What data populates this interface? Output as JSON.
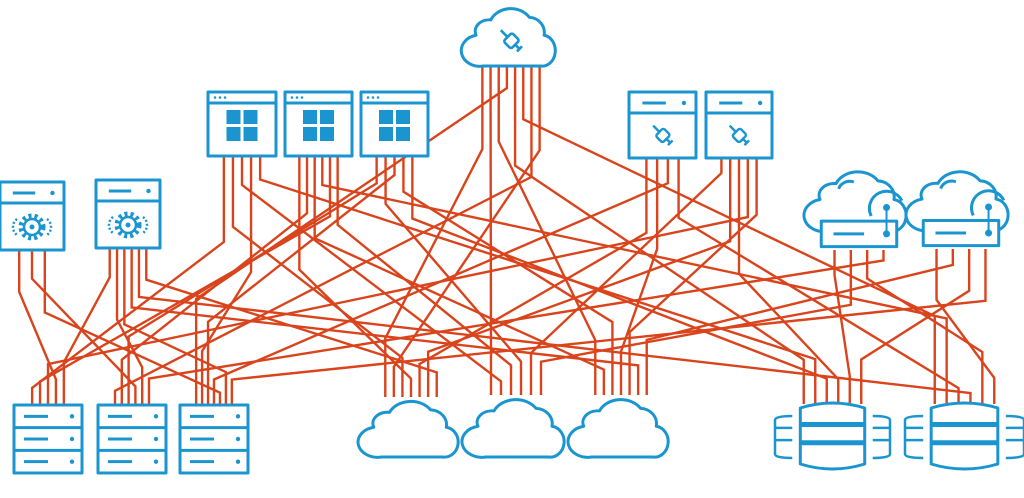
{
  "colors": {
    "node": "#1b95d0",
    "edge": "#d9441c",
    "background": "#ffffff"
  },
  "nodes": [
    {
      "id": "cloud-plug",
      "icon": "cloud-plug-icon"
    },
    {
      "id": "app-1",
      "icon": "window-grid-icon"
    },
    {
      "id": "app-2",
      "icon": "window-grid-icon"
    },
    {
      "id": "app-3",
      "icon": "window-grid-icon"
    },
    {
      "id": "plug-server-1",
      "icon": "server-plug-icon"
    },
    {
      "id": "plug-server-2",
      "icon": "server-plug-icon"
    },
    {
      "id": "gear-server-1",
      "icon": "server-gear-icon"
    },
    {
      "id": "gear-server-2",
      "icon": "server-gear-icon"
    },
    {
      "id": "cloud-server-1",
      "icon": "cloud-server-icon"
    },
    {
      "id": "cloud-server-2",
      "icon": "cloud-server-icon"
    },
    {
      "id": "rack-1",
      "icon": "server-rack-icon"
    },
    {
      "id": "rack-2",
      "icon": "server-rack-icon"
    },
    {
      "id": "rack-3",
      "icon": "server-rack-icon"
    },
    {
      "id": "cloud-1",
      "icon": "cloud-icon"
    },
    {
      "id": "cloud-2",
      "icon": "cloud-icon"
    },
    {
      "id": "cloud-3",
      "icon": "cloud-icon"
    },
    {
      "id": "database-1",
      "icon": "database-icon"
    },
    {
      "id": "database-2",
      "icon": "database-icon"
    }
  ],
  "edges": [
    [
      "cloud-plug",
      "cloud-1"
    ],
    [
      "cloud-plug",
      "cloud-2"
    ],
    [
      "cloud-plug",
      "cloud-3"
    ],
    [
      "cloud-plug",
      "rack-3"
    ],
    [
      "cloud-plug",
      "database-1"
    ],
    [
      "cloud-plug",
      "database-2"
    ],
    [
      "cloud-plug",
      "rack-2"
    ],
    [
      "cloud-plug",
      "cloud-1"
    ],
    [
      "app-1",
      "rack-1"
    ],
    [
      "app-1",
      "cloud-1"
    ],
    [
      "app-1",
      "cloud-2"
    ],
    [
      "app-1",
      "rack-3"
    ],
    [
      "app-1",
      "database-1"
    ],
    [
      "app-2",
      "cloud-1"
    ],
    [
      "app-2",
      "rack-2"
    ],
    [
      "app-2",
      "cloud-3"
    ],
    [
      "app-2",
      "database-2"
    ],
    [
      "app-2",
      "rack-1"
    ],
    [
      "app-2",
      "cloud-2"
    ],
    [
      "app-3",
      "rack-2"
    ],
    [
      "app-3",
      "cloud-2"
    ],
    [
      "app-3",
      "rack-3"
    ],
    [
      "app-3",
      "cloud-3"
    ],
    [
      "app-3",
      "database-1"
    ],
    [
      "plug-server-1",
      "cloud-1"
    ],
    [
      "plug-server-1",
      "cloud-3"
    ],
    [
      "plug-server-1",
      "rack-3"
    ],
    [
      "plug-server-1",
      "database-2"
    ],
    [
      "plug-server-2",
      "cloud-2"
    ],
    [
      "plug-server-2",
      "cloud-1"
    ],
    [
      "plug-server-2",
      "database-1"
    ],
    [
      "plug-server-2",
      "rack-1"
    ],
    [
      "plug-server-2",
      "cloud-3"
    ],
    [
      "gear-server-1",
      "rack-1"
    ],
    [
      "gear-server-1",
      "rack-2"
    ],
    [
      "gear-server-1",
      "rack-3"
    ],
    [
      "gear-server-2",
      "rack-1"
    ],
    [
      "gear-server-2",
      "rack-2"
    ],
    [
      "gear-server-2",
      "rack-3"
    ],
    [
      "gear-server-2",
      "cloud-3"
    ],
    [
      "gear-server-2",
      "database-2"
    ],
    [
      "gear-server-2",
      "cloud-1"
    ],
    [
      "cloud-server-1",
      "database-1"
    ],
    [
      "cloud-server-1",
      "cloud-2"
    ],
    [
      "cloud-server-1",
      "database-2"
    ],
    [
      "cloud-server-1",
      "rack-2"
    ],
    [
      "cloud-server-2",
      "database-2"
    ],
    [
      "cloud-server-2",
      "cloud-3"
    ],
    [
      "cloud-server-2",
      "database-1"
    ],
    [
      "cloud-server-2",
      "rack-3"
    ]
  ]
}
